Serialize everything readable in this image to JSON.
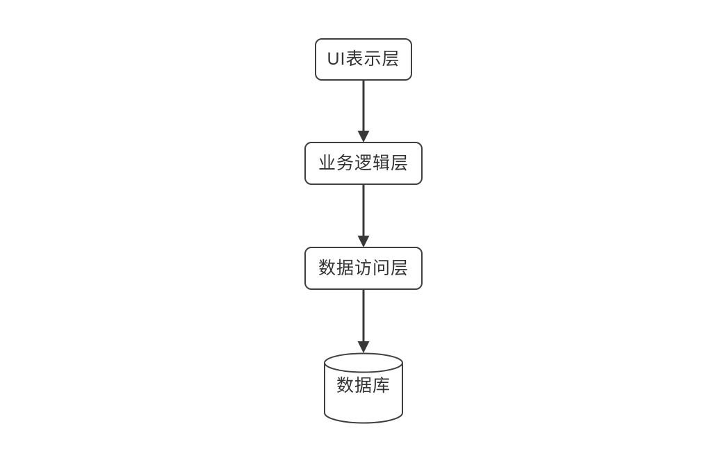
{
  "diagram": {
    "nodes": [
      {
        "id": "ui-layer",
        "label": "UI表示层",
        "shape": "rounded-rect"
      },
      {
        "id": "business-layer",
        "label": "业务逻辑层",
        "shape": "rounded-rect"
      },
      {
        "id": "data-access-layer",
        "label": "数据访问层",
        "shape": "rounded-rect"
      },
      {
        "id": "database",
        "label": "数据库",
        "shape": "cylinder"
      }
    ],
    "edges": [
      {
        "from": "UI表示层",
        "to": "业务逻辑层",
        "style": "solid-arrow-down"
      },
      {
        "from": "业务逻辑层",
        "to": "数据访问层",
        "style": "solid-arrow-down"
      },
      {
        "from": "数据访问层",
        "to": "数据库",
        "style": "solid-arrow-down"
      }
    ],
    "colors": {
      "stroke": "#3f3f3f",
      "arrow": "#383838",
      "text": "#333333",
      "background": "#ffffff"
    }
  }
}
